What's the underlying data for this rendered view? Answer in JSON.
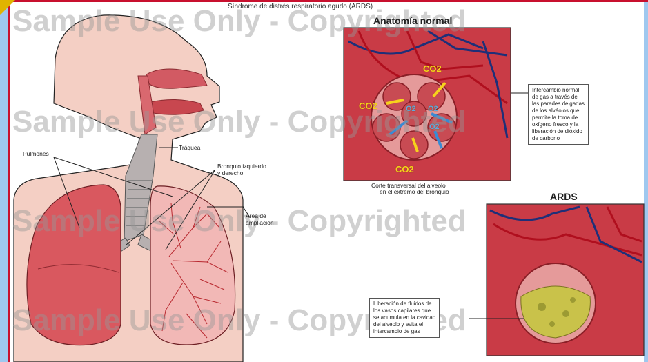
{
  "title": "Síndrome de distrés respiratorio agudo (ARDS)",
  "headings": {
    "normal": "Anatomía normal",
    "ards": "ARDS"
  },
  "labels": {
    "pulmones": "Pulmones",
    "traquea": "Tráquea",
    "bronquio_1": "Bronquio izquierdo",
    "bronquio_2": "y derecho",
    "area_1": "Área de",
    "area_2": "ampliación",
    "corte_1": "Corte transversal del alveolo",
    "corte_2": "en el extremo del bronquio"
  },
  "callouts": {
    "normal": [
      "Intercambio normal",
      "de gas a través de",
      "las paredes delgadas",
      "de los alvéolos que",
      "permite la toma de",
      "oxígeno fresco y la",
      "liberación de dióxido",
      "de carbono"
    ],
    "ards": [
      "Liberación de fluidos de",
      "los vasos capilares que",
      "se acumula en la cavidad",
      "del alveolo y evita el",
      "intercambio de gas"
    ]
  },
  "gases": {
    "co2": "CO2",
    "o2": "O2"
  },
  "watermarks": [
    "Sample Use Only - Copyrighted",
    "Sample Use Only - Copyrighted",
    "Sample Use Only - Copyrighted",
    "Sample Use Only - Copyrighted"
  ],
  "colors": {
    "tissue": "#e07b7b",
    "lung": "#d9585f",
    "vessel_red": "#c81e2a",
    "vessel_blue": "#2b4d9a",
    "fluid": "#c9c24a",
    "skin": "#f4cfc4",
    "frame_blue": "#9fc8ef",
    "frame_red": "#c8102e"
  }
}
